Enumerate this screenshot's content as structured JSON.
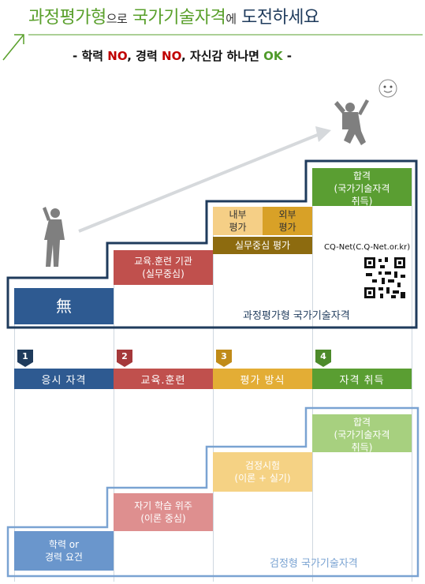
{
  "title": {
    "part1": "과정평가형",
    "part2": "으로",
    "part3": "국가기술자격",
    "part4": "에",
    "part5": "도전하세요"
  },
  "subtitle": {
    "prefix": "- 학력 ",
    "no1": "NO",
    "mid1": ", 경력 ",
    "no2": "NO",
    "mid2": ", 자신감 하나면 ",
    "ok": "OK",
    "suffix": " -"
  },
  "top_diagram": {
    "label": "과정평가형 국가기술자격",
    "boxes": {
      "none": "無",
      "training": "교육.훈련 기관\n(실무중심)",
      "internal": "내부\n평가",
      "external": "외부\n평가",
      "practical": "실무중심 평가",
      "pass": "합격\n(국가기술자격\n취득)"
    },
    "url": "CQ-Net(C.Q-Net.or.kr)"
  },
  "categories": [
    {
      "num": "1",
      "label": "응시 자격",
      "color": "#2e5a91"
    },
    {
      "num": "2",
      "label": "교육.훈련",
      "color": "#c0504d"
    },
    {
      "num": "3",
      "label": "평가 방식",
      "color": "#d8a127"
    },
    {
      "num": "4",
      "label": "자격 취득",
      "color": "#5a9e32"
    }
  ],
  "bottom_diagram": {
    "label": "검정형 국가기술자격",
    "boxes": {
      "requirement": "학력 or\n경력 요건",
      "self_study": "자기 학습 위주\n(이론 중심)",
      "exam": "검정시험\n(이론 + 실기)",
      "pass": "합격\n(국가기술자격\n취득)"
    }
  }
}
